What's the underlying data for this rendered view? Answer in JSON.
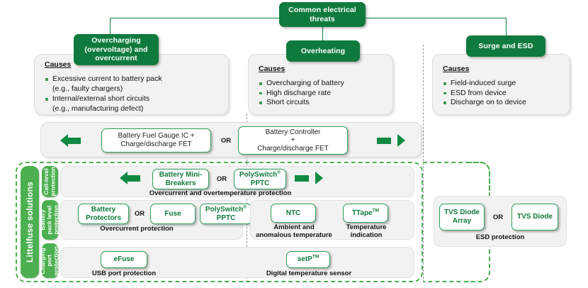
{
  "diagram": {
    "root": {
      "label": "Common electrical\nthreats"
    },
    "threats": [
      {
        "id": "overcharging",
        "title": "Overcharging\n(overvoltage) and\novercurrent",
        "causes_label": "Causes",
        "causes": [
          "Excessive current to battery pack\n(e.g., faulty chargers)",
          "Internal/external short circuits\n(e.g., manufacturing defect)"
        ]
      },
      {
        "id": "overheating",
        "title": "Overheating",
        "causes_label": "Causes",
        "causes": [
          "Overcharging of battery",
          "High discharge rate",
          "Short circuits"
        ]
      },
      {
        "id": "surge-esd",
        "title": "Surge and ESD",
        "causes_label": "Causes",
        "causes": [
          "Field-induced surge",
          "ESD from device",
          "Discharge on to device"
        ]
      }
    ],
    "controller_row": {
      "left_arrow": "left-arrow-icon",
      "right_arrow": "right-arrow-icon",
      "or_label": "OR",
      "option_a": "Battery Fuel Gauge IC +\nCharge/discharge FET",
      "option_b": "Battery Controller\n+\nCharge/discharge FET"
    },
    "solutions": {
      "section_label": "Littelfuse solutions",
      "rows": [
        {
          "id": "cell-level",
          "tab_label": "Cell-level\nprotection",
          "left_arrow": "left-arrow-icon",
          "right_arrow": "right-arrow-icon",
          "or_label": "OR",
          "chip_a": "Battery Mini-\nBreakers",
          "chip_b_text": "PolySwitch",
          "chip_b_sup": "®",
          "chip_b_sub": "PPTC",
          "caption": "Overcurrent and overtemperature protection"
        },
        {
          "id": "battery-pack-level",
          "tab_label": "Battery\npack level\nprotection",
          "or_label": "OR",
          "chip_a": "Battery\nProtectors",
          "chip_b": "Fuse",
          "chip_c_text": "PolySwitch",
          "chip_c_sup": "®",
          "chip_c_sub": "PPTC",
          "caption_left": "Overcurrent protection",
          "chip_d": "NTC",
          "caption_d": "Ambient and\nanomalous temperature",
          "chip_e_text": "TTape",
          "chip_e_sup": "TM",
          "caption_e": "Temperature\nindication"
        },
        {
          "id": "charging-port",
          "tab_label": "Charging\nport\nprotection",
          "chip_a": "eFuse",
          "caption_a": "USB port protection",
          "chip_b_text": "setP",
          "chip_b_sup": "TM",
          "caption_b": "Digital temperature sensor"
        }
      ],
      "esd": {
        "chip_a": "TVS Diode\nArray",
        "or_label": "OR",
        "chip_b": "TVS Diode",
        "caption": "ESD protection"
      }
    },
    "colors": {
      "dark_green": "#0f7a3d",
      "light_green": "#4cb050",
      "chip_border_green": "#2e9e5b",
      "arrow_green": "#0f8a42",
      "panel_grey": "#f2f2f2",
      "text_dark": "#111111"
    }
  }
}
